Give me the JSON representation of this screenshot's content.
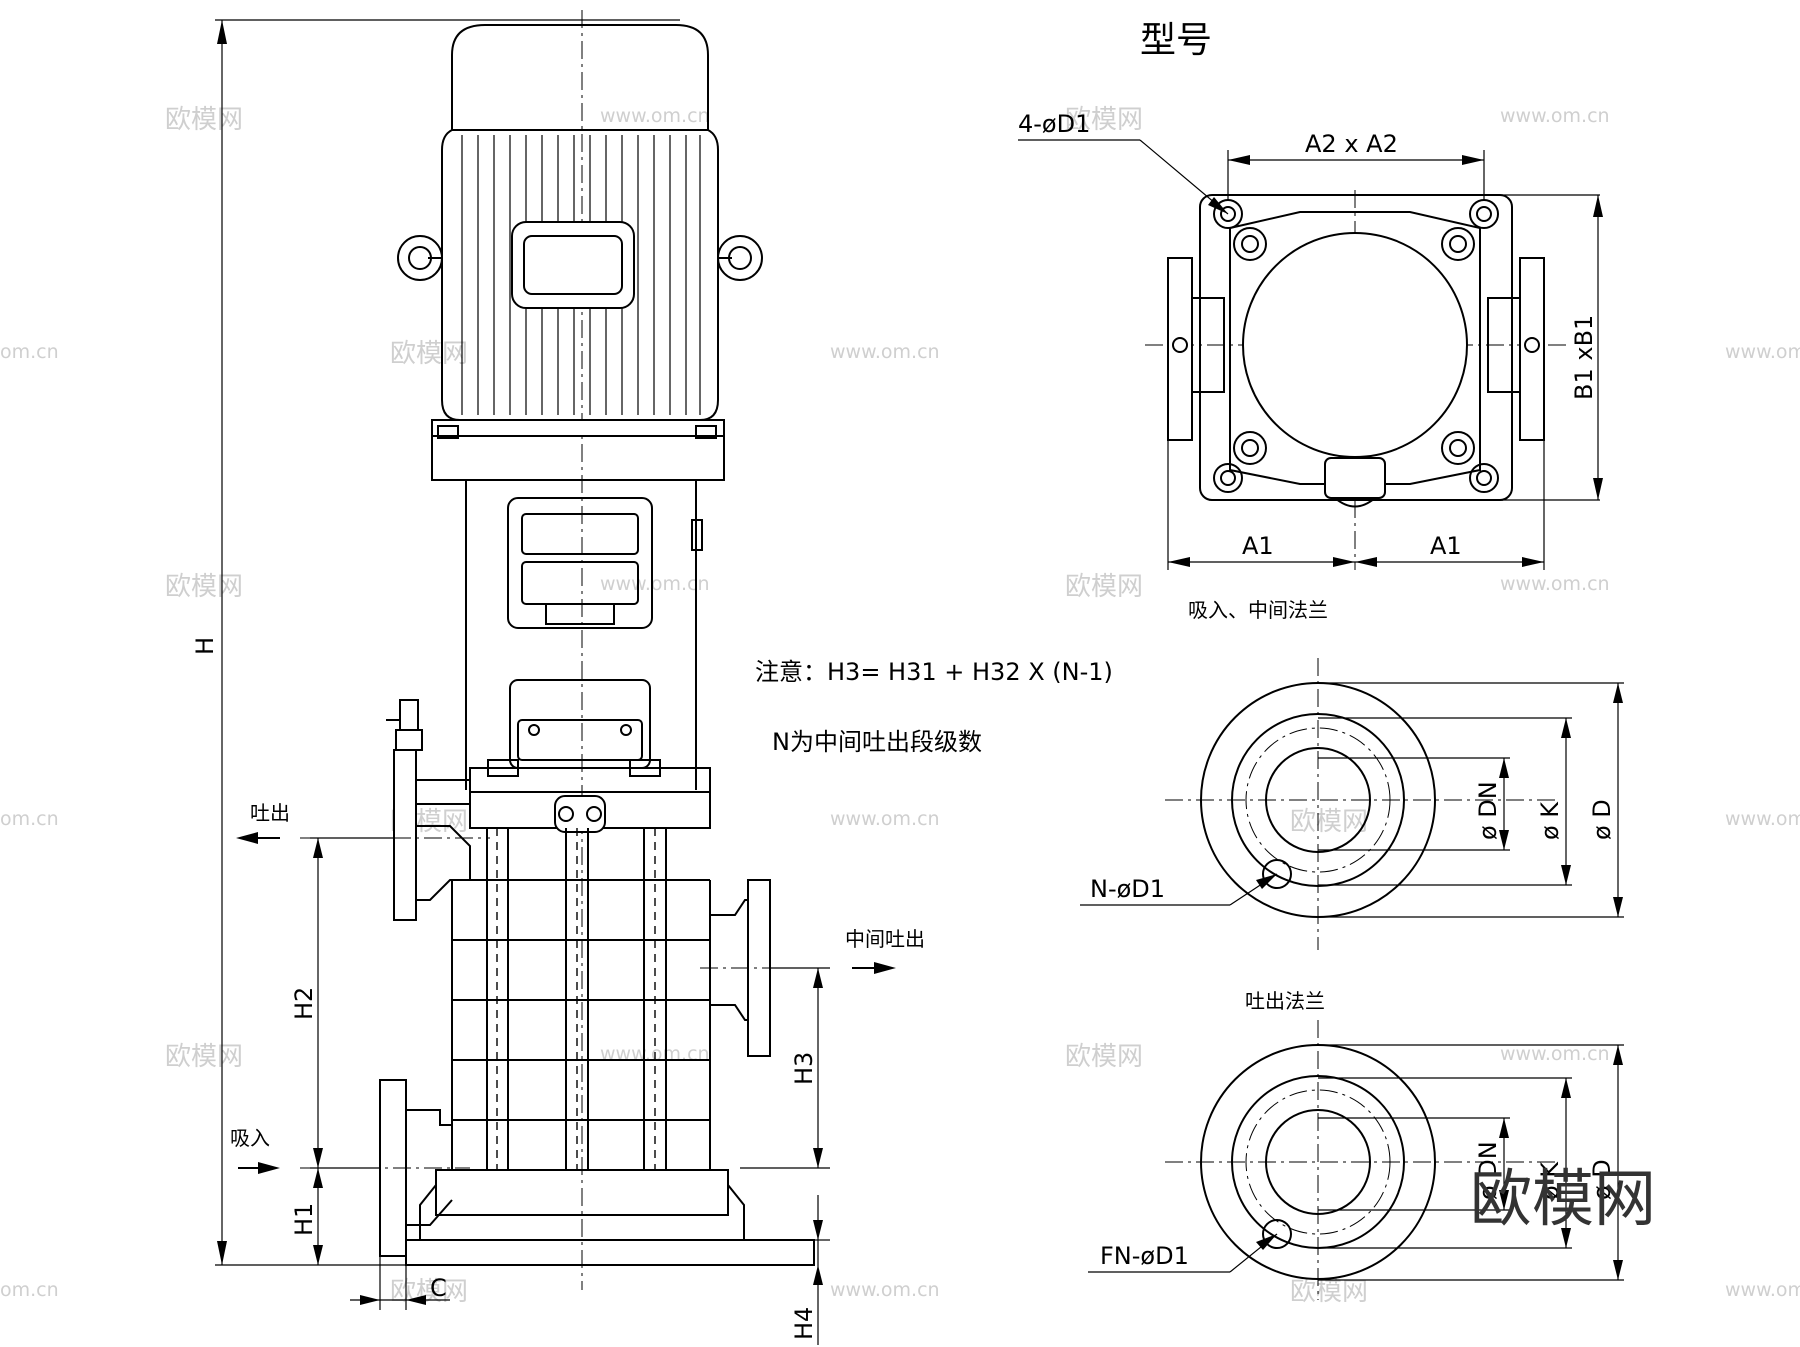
{
  "title": "型号",
  "labels": {
    "H": "H",
    "H1": "H1",
    "H2": "H2",
    "H3": "H3",
    "H4": "H4",
    "C": "C",
    "outlet": "吐出",
    "inlet": "吸入",
    "middle_outlet": "中间吐出",
    "bolt_holes": "4-øD1",
    "A2xA2": "A2 x A2",
    "B1xB1": "B1 xB1",
    "A1_left": "A1",
    "A1_right": "A1"
  },
  "note": {
    "line1": "注意：H3=   H31 + H32   X (N-1)",
    "line2": "N为中间吐出段级数"
  },
  "flange_suction": {
    "caption": "吸入、中间法兰",
    "dn": "ø DN",
    "k": "ø K",
    "d": "ø D",
    "holes": "N-øD1"
  },
  "flange_outlet": {
    "caption": "吐出法兰",
    "dn": "ø DN",
    "k": "ø K",
    "d": "ø D",
    "holes": "FN-øD1"
  },
  "watermarks": {
    "brand": "欧模网",
    "url": "www.om.cn",
    "url_short": "om.cn"
  }
}
